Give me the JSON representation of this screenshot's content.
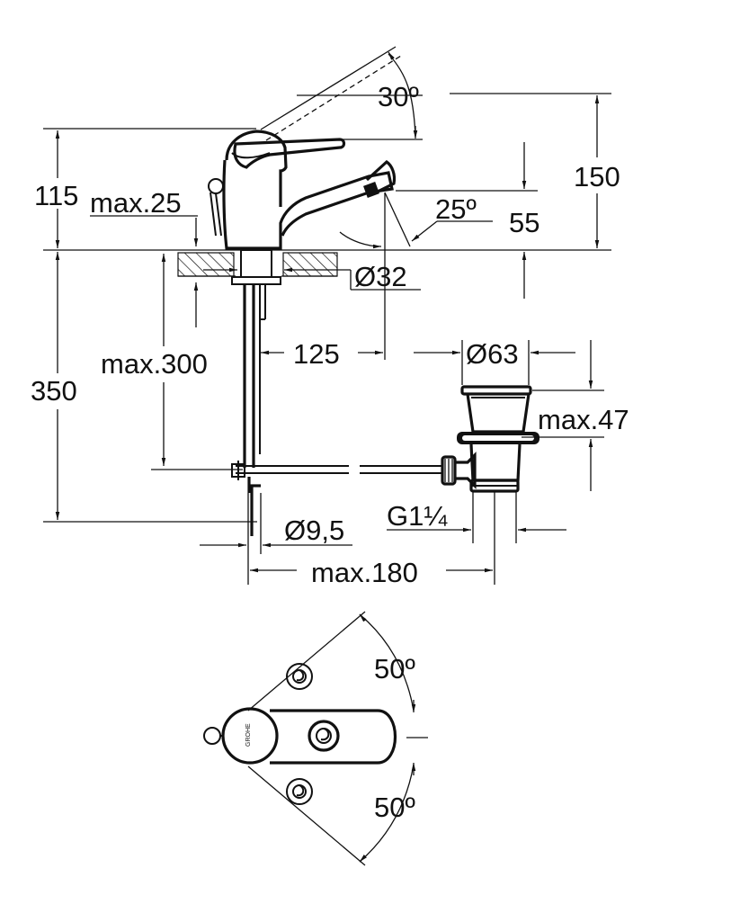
{
  "title": "",
  "dimensions": {
    "angle_lever_top": "30º",
    "height_total": "150",
    "height_body": "115",
    "max_deck": "max.25",
    "spout_angle": "25º",
    "spout_height": "55",
    "hole_diameter": "Ø32",
    "spout_reach": "125",
    "max_below": "max.300",
    "below_total": "350",
    "waste_diameter": "Ø63",
    "waste_height": "max.47",
    "waste_thread": "G1¼",
    "rod_diameter": "Ø9,5",
    "max_width": "max.180",
    "angle_top_view_upper": "50º",
    "angle_top_view_lower": "50º"
  },
  "colors": {
    "line": "#111111",
    "background": "#ffffff"
  },
  "logo": {
    "text": "GROHE"
  }
}
